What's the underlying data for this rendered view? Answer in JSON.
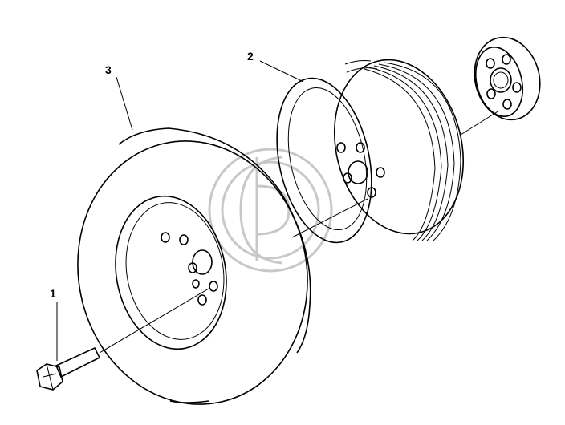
{
  "callouts": {
    "part_1": "1",
    "part_2": "2",
    "part_3": "3"
  },
  "parts": [
    {
      "number": "1",
      "icon": "bolt-icon"
    },
    {
      "number": "2",
      "icon": "pulley-icon"
    },
    {
      "number": "3",
      "icon": "damper-ring-icon"
    },
    {
      "number": "",
      "icon": "hub-spacer-icon"
    }
  ],
  "watermark_icon": "logo-watermark-icon",
  "colors": {
    "ink": "#000000",
    "watermark": "#c8c8c8",
    "background": "#ffffff"
  }
}
